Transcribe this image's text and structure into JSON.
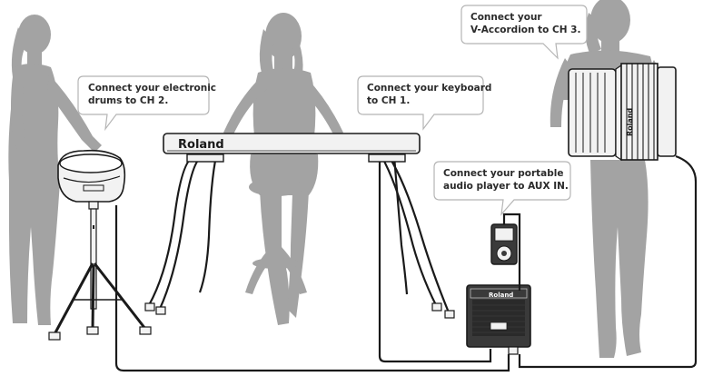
{
  "callouts": {
    "drums": {
      "line1": "Connect your electronic",
      "line2": "drums to CH 2."
    },
    "keyboard": {
      "line1": "Connect your keyboard",
      "line2": "to CH 1."
    },
    "accordion": {
      "line1": "Connect your",
      "line2": "V-Accordion to CH 3."
    },
    "player": {
      "line1": "Connect your portable",
      "line2": "audio player to AUX IN."
    }
  },
  "brand_labels": {
    "keyboard": "Roland",
    "amplifier": "Roland",
    "accordion": "Roland"
  },
  "colors": {
    "silhouette": "#a3a3a3",
    "cable": "#1a1a1a",
    "bubble_fill": "#ffffff",
    "bubble_stroke": "#b5b5b5",
    "device_fill": "#f2f2f2",
    "device_stroke": "#1a1a1a",
    "amp_fill": "#3a3a3a",
    "callout_text": "#2a2a2a"
  },
  "icons": [
    "person-silhouette",
    "electronic-drum-pad",
    "keyboard-instrument",
    "v-accordion",
    "portable-audio-player",
    "amplifier"
  ]
}
